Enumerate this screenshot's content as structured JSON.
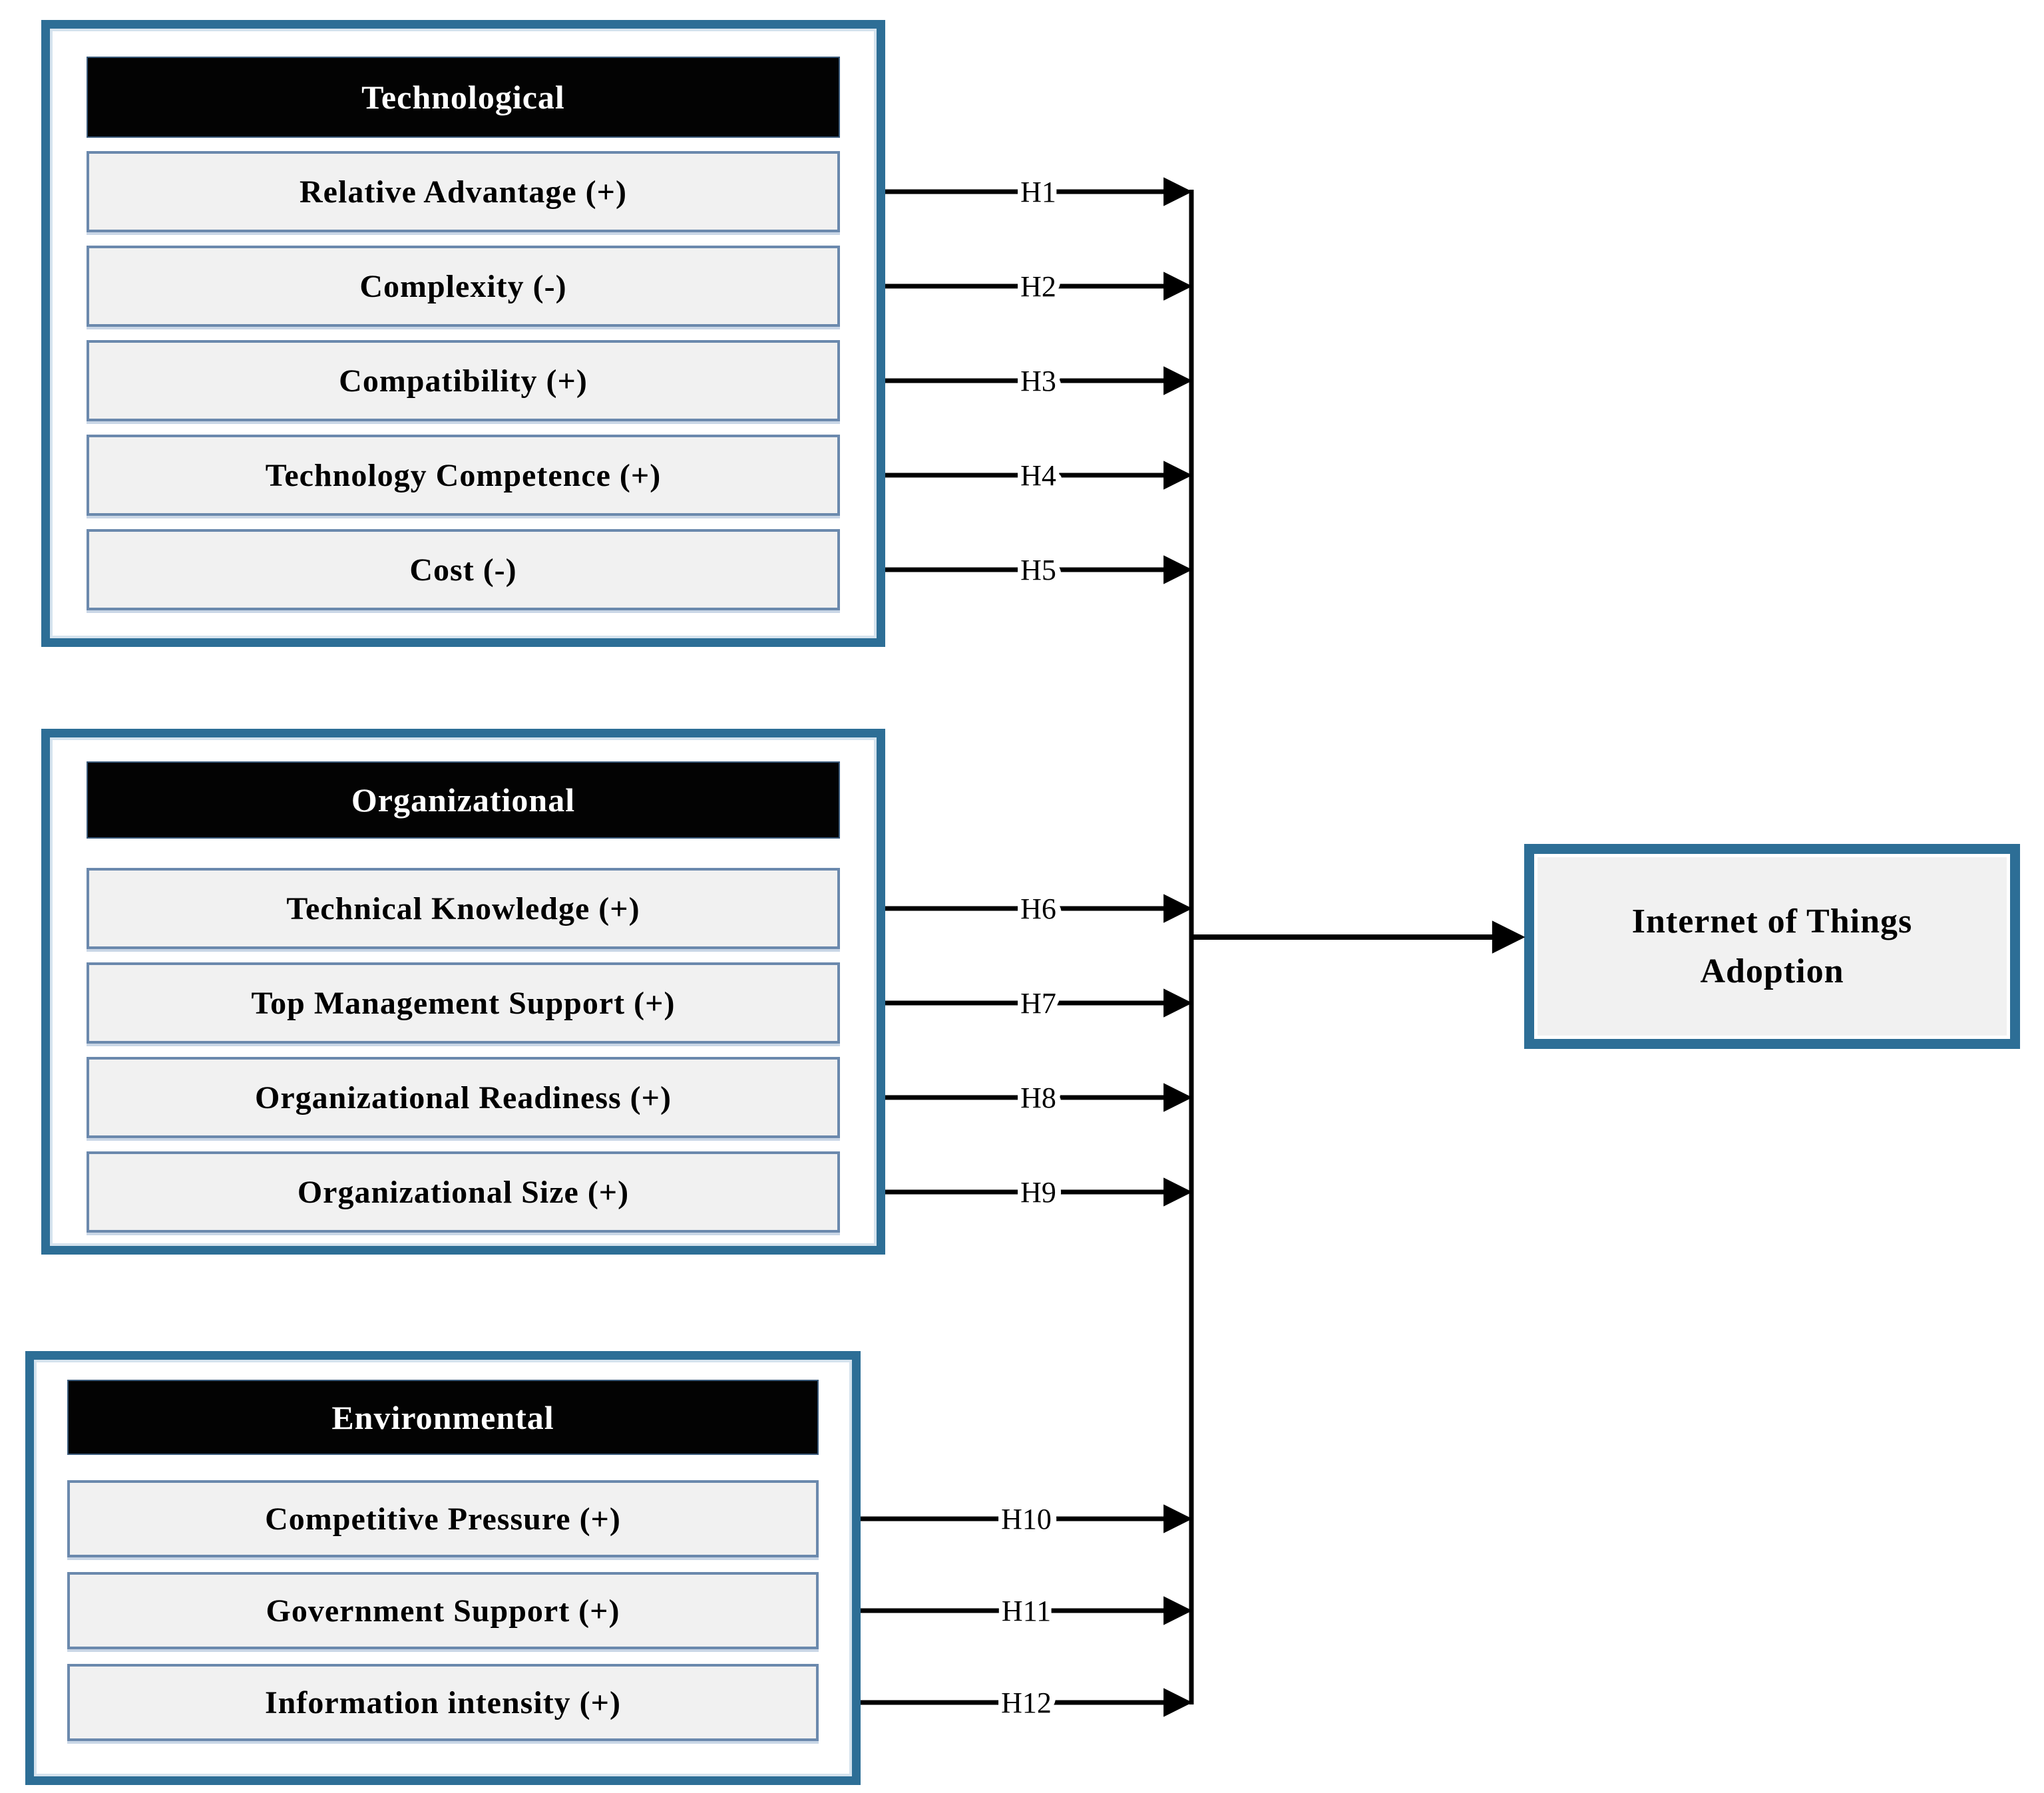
{
  "groups": [
    {
      "id": "technological",
      "title": "Technological",
      "items": [
        "Relative Advantage  (+)",
        "Complexity (-)",
        "Compatibility (+)",
        "Technology Competence (+)",
        "Cost (-)"
      ]
    },
    {
      "id": "organizational",
      "title": "Organizational",
      "items": [
        "Technical Knowledge (+)",
        "Top Management Support (+)",
        "Organizational Readiness (+)",
        "Organizational Size (+)"
      ]
    },
    {
      "id": "environmental",
      "title": "Environmental",
      "items": [
        "Competitive Pressure (+)",
        "Government Support (+)",
        "Information intensity (+)"
      ]
    }
  ],
  "outcome": {
    "line1": "Internet of Things",
    "line2": "Adoption"
  },
  "hypotheses": [
    {
      "label": "H1",
      "group": 0,
      "item": 0
    },
    {
      "label": "H2",
      "group": 0,
      "item": 1
    },
    {
      "label": "H3",
      "group": 0,
      "item": 2
    },
    {
      "label": "H4",
      "group": 0,
      "item": 3
    },
    {
      "label": "H5",
      "group": 0,
      "item": 4
    },
    {
      "label": "H6",
      "group": 1,
      "item": 0
    },
    {
      "label": "H7",
      "group": 1,
      "item": 1
    },
    {
      "label": "H8",
      "group": 1,
      "item": 2
    },
    {
      "label": "H9",
      "group": 1,
      "item": 3
    },
    {
      "label": "H10",
      "group": 2,
      "item": 0
    },
    {
      "label": "H11",
      "group": 2,
      "item": 1
    },
    {
      "label": "H12",
      "group": 2,
      "item": 2
    }
  ],
  "colors": {
    "frame": "#2d6e96",
    "item_fill": "#f1f1f1",
    "item_border": "#6b89ad",
    "header_bg": "#030303",
    "header_text": "#ffffff",
    "arrow": "#000000"
  }
}
